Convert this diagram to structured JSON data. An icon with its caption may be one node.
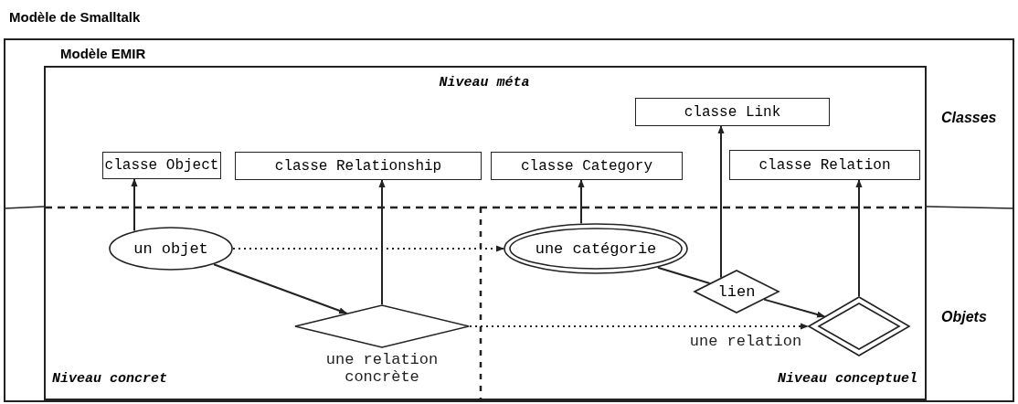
{
  "diagram": {
    "nodes": [
      {
        "text": [
          "Modèle de Smalltalk"
        ]
      },
      {
        "text": [
          "Modèle EMIR"
        ],
        "in": 0
      },
      {
        "text": [
          "classe Link"
        ],
        "in": 1
      },
      {
        "text": [
          "classe Object"
        ],
        "in": 1
      },
      {
        "text": [
          "classe Relationship"
        ],
        "in": 1
      },
      {
        "text": [
          "classe Category"
        ],
        "in": 1
      },
      {
        "text": [
          "classe Relation"
        ],
        "in": 1
      },
      {
        "text": [
          "un objet"
        ],
        "in": 1
      },
      {
        "text": [
          "une catégorie"
        ],
        "in": 1
      },
      {
        "text": [
          "lien"
        ],
        "in": 1
      },
      {
        "text": [],
        "shape": "diamond",
        "beside": [
          "une relation concrète"
        ],
        "in": 1
      },
      {
        "text": [],
        "shape": "diamond",
        "beside": [
          "une relation"
        ],
        "in": 1
      }
    ],
    "edges": [
      {
        "from": 7,
        "to": 3,
        "arrow": "to"
      },
      {
        "from": 10,
        "to": 4,
        "arrow": "to"
      },
      {
        "from": 8,
        "to": 5,
        "arrow": "to"
      },
      {
        "from": 9,
        "to": 2,
        "arrow": "to"
      },
      {
        "from": 11,
        "to": 6,
        "arrow": "to"
      },
      {
        "from": 7,
        "to": 10,
        "arrow": "to"
      },
      {
        "from": 7,
        "to": 8,
        "arrow": "to",
        "style": "dashed"
      },
      {
        "from": 8,
        "to": 9,
        "arrow": "none"
      },
      {
        "from": 9,
        "to": 11,
        "arrow": "to"
      },
      {
        "from": 10,
        "to": 11,
        "arrow": "to",
        "style": "dashed"
      }
    ],
    "labels": [
      "Niveau méta",
      "Classes",
      "Objets",
      "Niveau concret",
      "Niveau conceptuel"
    ]
  }
}
